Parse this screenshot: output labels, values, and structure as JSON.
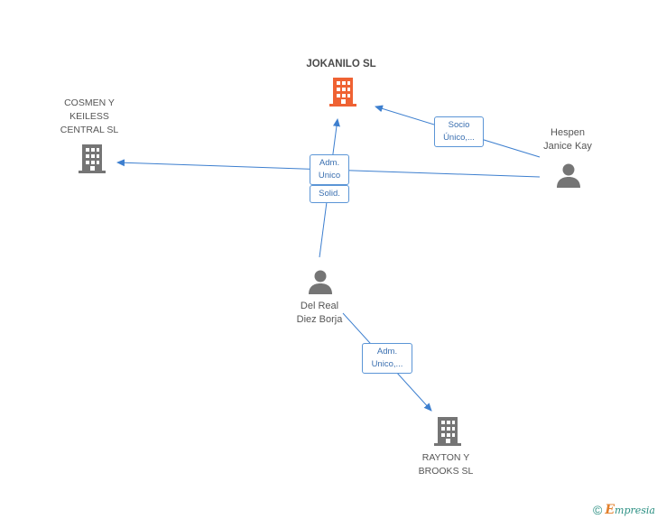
{
  "nodes": {
    "jokanilo": {
      "label": "JOKANILO SL",
      "icon": "building-icon",
      "color": "#ef6233"
    },
    "cosmen": {
      "label_lines": [
        "COSMEN Y",
        "KEILESS",
        "CENTRAL SL"
      ],
      "icon": "building-icon",
      "color": "#757575"
    },
    "hespen": {
      "label_lines": [
        "Hespen",
        "Janice Kay"
      ],
      "icon": "person-icon",
      "color": "#757575"
    },
    "delreal": {
      "label_lines": [
        "Del Real",
        "Diez Borja"
      ],
      "icon": "person-icon",
      "color": "#757575"
    },
    "rayton": {
      "label_lines": [
        "RAYTON Y",
        "BROOKS SL"
      ],
      "icon": "building-icon",
      "color": "#757575"
    }
  },
  "edge_labels": {
    "hespen_jokanilo": [
      "Socio",
      "Único,..."
    ],
    "adm_unico": [
      "Adm.",
      "Unico"
    ],
    "solid": [
      "Solid."
    ],
    "delreal_rayton": [
      "Adm.",
      "Unico,..."
    ]
  },
  "edge_color": "#3d7fcf",
  "footer": {
    "copyright": "©",
    "brand_initial": "E",
    "brand_rest": "mpresia"
  }
}
